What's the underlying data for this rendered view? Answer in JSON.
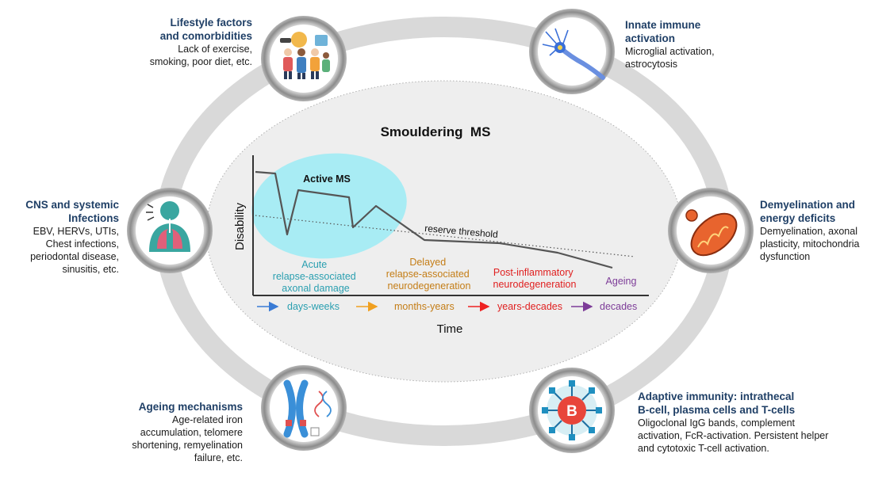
{
  "title": "Smouldering  MS",
  "factors": {
    "lifestyle": {
      "heading": "Lifestyle factors\nand comorbidities",
      "body": "Lack of exercise,\nsmoking, poor diet, etc.",
      "icon": "people-lifestyle-icon"
    },
    "innate": {
      "heading": "Innate immune\nactivation",
      "body": "Microglial activation,\nastrocytosis",
      "icon": "microglia-icon"
    },
    "infections": {
      "heading": "CNS and systemic\nInfections",
      "body": "EBV, HERVs, UTIs,\nChest infections,\nperiodontal disease,\nsinusitis, etc.",
      "icon": "lungs-icon"
    },
    "demyelination": {
      "heading": "Demyelination and\nenergy deficits",
      "body": "Demyelination, axonal\nplasticity, mitochondria\ndysfunction",
      "icon": "mitochondria-icon"
    },
    "ageing": {
      "heading": "Ageing mechanisms",
      "body": "Age-related iron\naccumulation, telomere\nshortening, remyelination\nfailure, etc.",
      "icon": "chromosome-dna-icon"
    },
    "adaptive": {
      "heading": "Adaptive immunity: intrathecal\nB-cell, plasma cells and T-cells",
      "body": "Oligoclonal IgG bands, complement\nactivation, FcR-activation. Persistent helper\nand cytotoxic T-cell activation.",
      "icon": "b-cell-icon",
      "badge": "B"
    }
  },
  "graph": {
    "y_label": "Disability",
    "x_label": "Time",
    "active_label": "Active MS",
    "threshold_label": "reserve threshold",
    "phases": [
      {
        "label": "Acute\nrelapse-associated\naxonal damage",
        "color": "#2a9fb0"
      },
      {
        "label": "Delayed\nrelapse-associated\nneurodegeneration",
        "color": "#c47d16"
      },
      {
        "label": "Post-inflammatory\nneurodegeneration",
        "color": "#e02020"
      },
      {
        "label": "Ageing",
        "color": "#7d3c98"
      }
    ],
    "timescales": [
      {
        "label": "days-weeks",
        "color": "#3a7bd5"
      },
      {
        "label": "months-years",
        "color": "#f0a020"
      },
      {
        "label": "years-decades",
        "color": "#ee2222"
      },
      {
        "label": "decades",
        "color": "#7d3c98"
      }
    ]
  }
}
